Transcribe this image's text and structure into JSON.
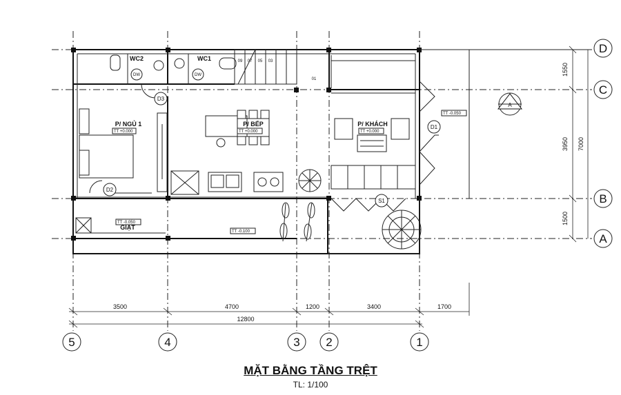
{
  "title": "MẶT BẰNG TẦNG TRỆT",
  "scale": "TL: 1/100",
  "axes_vertical": [
    "5",
    "4",
    "3",
    "2",
    "1"
  ],
  "axes_horizontal": [
    "D",
    "C",
    "B",
    "A"
  ],
  "dims_bottom": [
    "3500",
    "4700",
    "1200",
    "3400",
    "1700"
  ],
  "dim_total": "12800",
  "dims_right": [
    "1550",
    "3950",
    "1500"
  ],
  "dim_right_total": "7000",
  "rooms": {
    "wc2": "WC2",
    "wc1": "WC1",
    "bedroom": "P/ NGỦ 1",
    "kitchen": "P/ BẾP",
    "living": "P/ KHÁCH",
    "laundry": "GIẶT"
  },
  "levels": {
    "bedroom": "TT +0.000",
    "kitchen": "TT +0.000",
    "living": "TT +0.000",
    "laundry": "TT -0.050",
    "yard": "TT -0.100",
    "front": "TT -0.050"
  },
  "doors": [
    "D3",
    "D1",
    "D2",
    "S1"
  ],
  "fixtures": [
    "DW",
    "DW"
  ],
  "stair_label": "01",
  "stair_steps": [
    "09",
    "07",
    "05",
    "03"
  ],
  "section_marker": "A"
}
